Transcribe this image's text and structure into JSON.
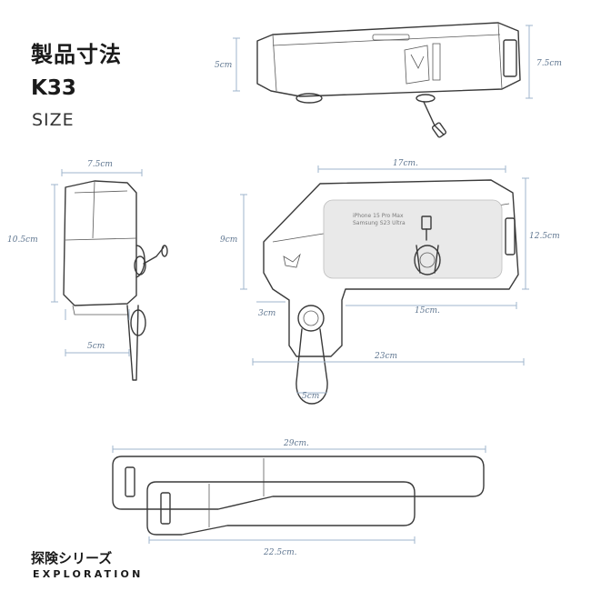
{
  "header": {
    "title_jp": "製品寸法",
    "model": "K33",
    "size_label": "SIZE"
  },
  "footer": {
    "series_jp": "探険シリーズ",
    "series_en": "EXPLORATION"
  },
  "dimensions": {
    "top_height_left": "5cm",
    "top_height_right": "7.5cm",
    "front_width": "7.5cm",
    "front_height": "10.5cm",
    "front_bottom_width": "5cm",
    "side_top_length": "17cm.",
    "side_height_left": "9cm",
    "side_height_right": "12.5cm",
    "side_mount_width": "3cm",
    "side_bottom_length": "15cm.",
    "side_total_length": "23cm",
    "strap_loop": "5cm",
    "strap_long": "29cm.",
    "strap_short": "22.5cm."
  },
  "phone_text": {
    "line1": "iPhone 15 Pro Max",
    "line2": "Samsung S23 Ultra"
  }
}
